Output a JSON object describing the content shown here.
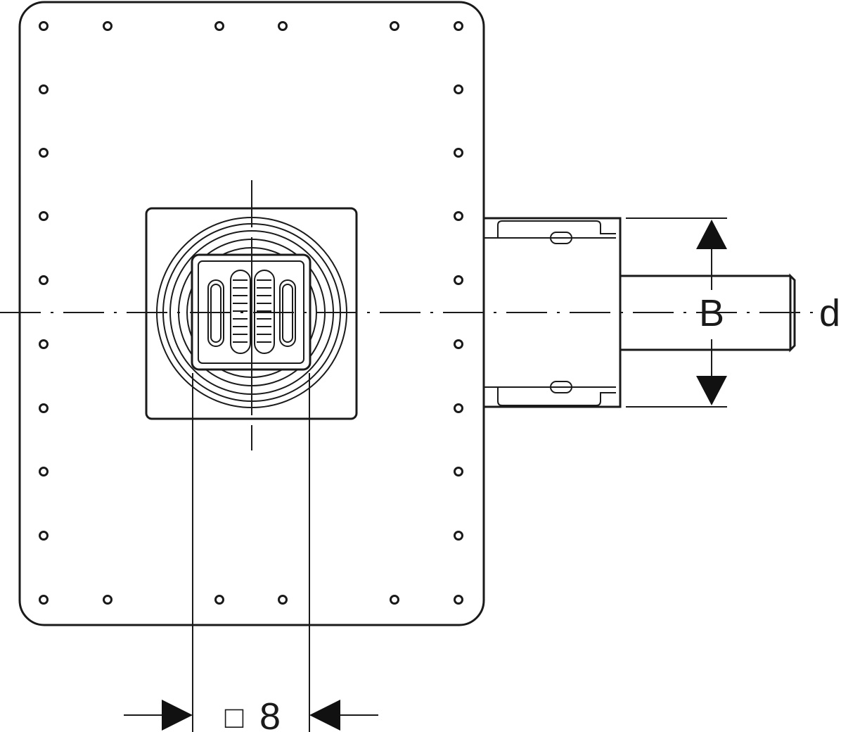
{
  "labels": {
    "height": "B",
    "pipe": "d",
    "width_symbol": "□",
    "width_value": "8"
  }
}
